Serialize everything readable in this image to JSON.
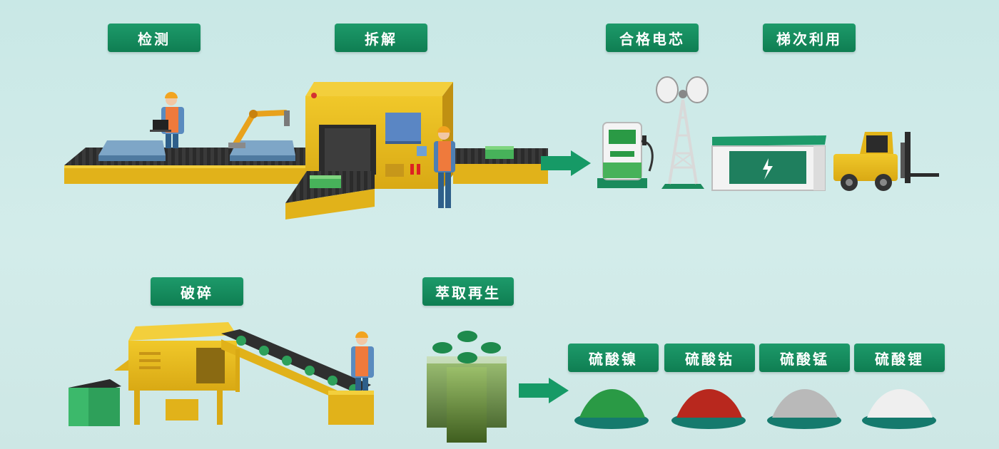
{
  "steps": {
    "detect": "检测",
    "disassemble": "拆解",
    "qualified_cell": "合格电芯",
    "cascade_use": "梯次利用",
    "crush": "破碎",
    "extract": "萃取再生"
  },
  "products": {
    "nickel_sulfate": "硫酸镍",
    "cobalt_sulfate": "硫酸钴",
    "manganese_sulfate": "硫酸锰",
    "lithium_sulfate": "硫酸锂"
  },
  "colors": {
    "label_green": "#138457",
    "machine_yellow": "#e3b519",
    "belt_dark": "#3b3b3b",
    "nickel": "#2a9a45",
    "cobalt": "#b8281e",
    "manganese": "#b9b9b9",
    "lithium": "#efefef"
  }
}
